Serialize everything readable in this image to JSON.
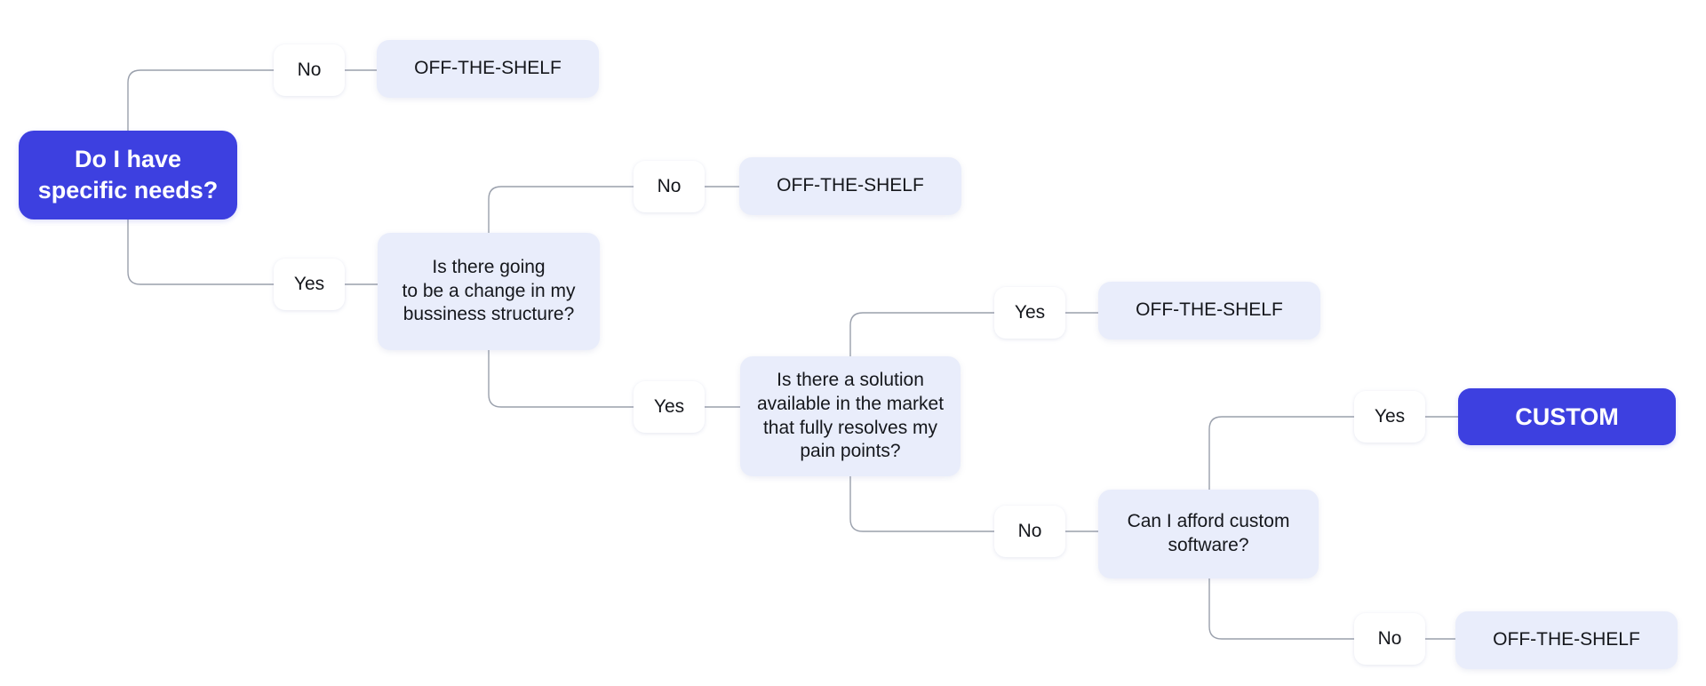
{
  "diagram": {
    "title": "Custom vs Off-the-shelf software decision flowchart",
    "colors": {
      "accent": "#3d40e0",
      "soft_node": "#e9edfb",
      "label_node": "#ffffff",
      "edge": "#9aa0ac",
      "text_dark": "#15171c",
      "text_light": "#ffffff",
      "background": "#ffffff"
    },
    "nodes": {
      "root": "Do I have\nspecific needs?",
      "q1": "Is there going\nto be a change in my\nbussiness structure?",
      "q2": "Is there a solution\navailable in the market\nthat fully resolves my\npain points?",
      "q3": "Can I afford custom\nsoftware?",
      "result_1": "OFF-THE-SHELF",
      "result_2": "OFF-THE-SHELF",
      "result_3": "OFF-THE-SHELF",
      "result_4": "OFF-THE-SHELF",
      "result_custom": "CUSTOM"
    },
    "edge_labels": {
      "root_no": "No",
      "root_yes": "Yes",
      "q1_no": "No",
      "q1_yes": "Yes",
      "q2_yes": "Yes",
      "q2_no": "No",
      "q3_yes": "Yes",
      "q3_no": "No"
    }
  }
}
